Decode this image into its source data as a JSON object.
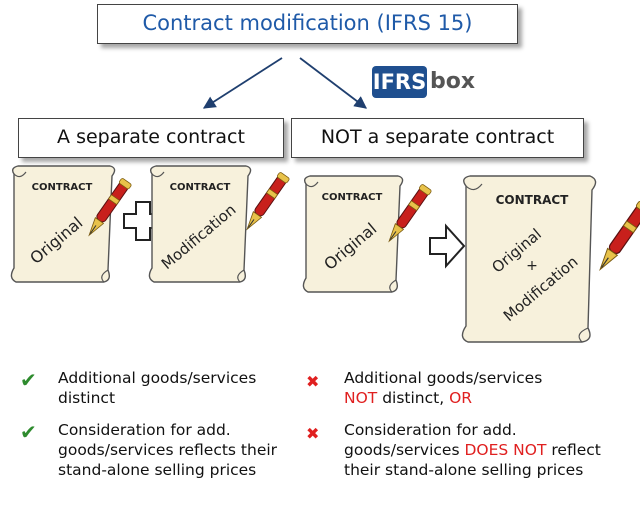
{
  "header": {
    "title": "Contract modification (IFRS 15)"
  },
  "logo": {
    "part1": "IFRS",
    "part2": "box"
  },
  "left": {
    "heading": "A separate contract",
    "doc1": {
      "label": "CONTRACT",
      "text": "Original"
    },
    "doc2": {
      "label": "CONTRACT",
      "text": "Modification"
    },
    "items": [
      {
        "text": "Additional goods/services distinct"
      },
      {
        "text": "Consideration for add. goods/services reflects their stand-alone selling prices"
      }
    ]
  },
  "right": {
    "heading": "NOT a separate contract",
    "doc1": {
      "label": "CONTRACT",
      "text": "Original"
    },
    "doc2": {
      "label": "CONTRACT",
      "line1": "Original",
      "plus": "+",
      "line2": "Modification"
    },
    "items": [
      {
        "pre": "Additional goods/services",
        "emph": "NOT",
        "mid": "distinct,",
        "emph2": "OR"
      },
      {
        "pre": "Consideration for add. goods/services",
        "emph": "DOES NOT",
        "post": "reflect their stand-alone selling prices"
      }
    ]
  },
  "colors": {
    "title": "#1f5aa8",
    "logo": "#1f4f8f",
    "check": "#2e8b2e",
    "cross": "#e02020",
    "paper": "#f7f1dc",
    "pen": "#c8201c"
  }
}
